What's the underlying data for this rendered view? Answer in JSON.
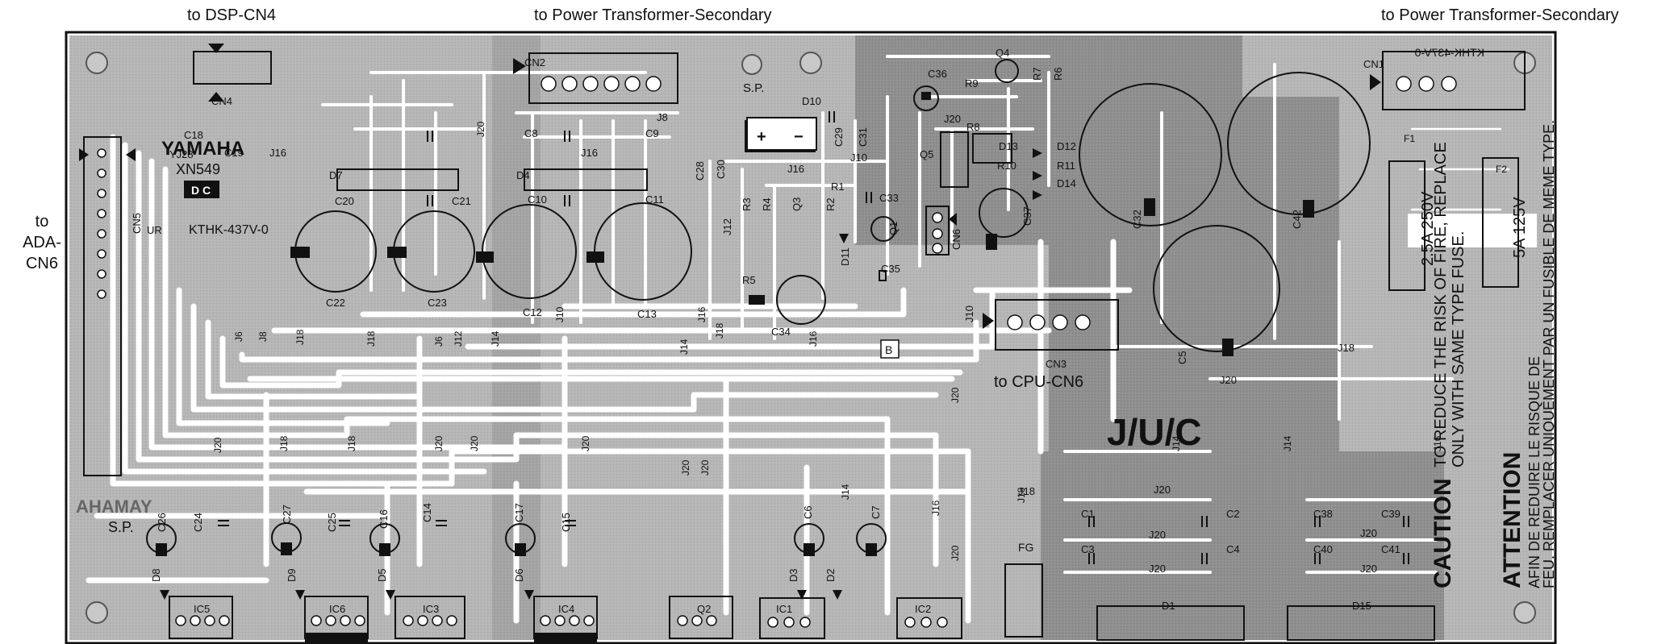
{
  "top_labels": {
    "dsp": "to DSP-CN4",
    "power_center": "to Power Transformer-Secondary",
    "power_right": "to Power Transformer-Secondary"
  },
  "side_label": {
    "line1": "to",
    "line2": "ADA-",
    "line3": "CN6"
  },
  "board": {
    "brand": "YAMAHA",
    "brand_mirrored": "AHAMAY",
    "model": "XN549",
    "dc_badge": "D C",
    "code": "KTHK-437V-0",
    "code_mirrored": "KTHK-437V-0",
    "ul_mark": "UR",
    "sp_left": "S.P.",
    "sp_top": "S.P.",
    "big_label": "J/U/C",
    "cpu_label": "to CPU-CN6",
    "fg": "FG",
    "b_box": "B",
    "fuse_f1": "2.5A 250V",
    "fuse_f2": "5A 125V",
    "f1": "F1",
    "f2": "F2",
    "caution_title": "CAUTION",
    "caution_line1": "TO REDUCE THE RISK OF FIRE, REPLACE",
    "caution_line2": "ONLY WITH SAME TYPE FUSE.",
    "attention_title": "ATTENTION",
    "attention_line1": "AFIN DE REDUIRE LE RISQUE DE",
    "attention_line2": "FEU, REMPLACER UNIQUEMENT PAR UN FUSIBLE DE MEME TYPE."
  },
  "components": {
    "CN1": "CN1",
    "CN2": "CN2",
    "CN3": "CN3",
    "CN4": "CN4",
    "CN5": "CN5",
    "CN6": "CN6",
    "C1": "C1",
    "C2": "C2",
    "C3": "C3",
    "C4": "C4",
    "C5": "C5",
    "C6": "C6",
    "C7": "C7",
    "C8": "C8",
    "C9": "C9",
    "C10": "C10",
    "C11": "C11",
    "C12": "C12",
    "C13": "C13",
    "C14": "C14",
    "C15": "C15",
    "C16": "C16",
    "C17": "C17",
    "C18": "C18",
    "C19": "C19",
    "C20": "C20",
    "C21": "C21",
    "C22": "C22",
    "C23": "C23",
    "C24": "C24",
    "C25": "C25",
    "C26": "C26",
    "C27": "C27",
    "C28": "C28",
    "C29": "C29",
    "C30": "C30",
    "C31": "C31",
    "C32": "C32",
    "C33": "C33",
    "C34": "C34",
    "C35": "C35",
    "C36": "C36",
    "C37": "C37",
    "C38": "C38",
    "C39": "C39",
    "C40": "C40",
    "C41": "C41",
    "C42": "C42",
    "D1": "D1",
    "D2": "D2",
    "D3": "D3",
    "D4": "D4",
    "D5": "D5",
    "D6": "D6",
    "D7": "D7",
    "D8": "D8",
    "D9": "D9",
    "D10": "D10",
    "D11": "D11",
    "D12": "D12",
    "D13": "D13",
    "D14": "D14",
    "D15": "D15",
    "Q1": "Q1",
    "Q2": "Q2",
    "Q3": "Q3",
    "Q4": "Q4",
    "Q5": "Q5",
    "R1": "R1",
    "R2": "R2",
    "R3": "R3",
    "R4": "R4",
    "R5": "R5",
    "R6": "R6",
    "R7": "R7",
    "R8": "R8",
    "R9": "R9",
    "R10": "R10",
    "R11": "R11",
    "IC1": "IC1",
    "IC2": "IC2",
    "IC3": "IC3",
    "IC4": "IC4",
    "IC5": "IC5",
    "IC6": "IC6",
    "J6": "J6",
    "J8": "J8",
    "J10": "J10",
    "J12": "J12",
    "J14": "J14",
    "J16": "J16",
    "J18": "J18",
    "J20": "J20",
    "YJ28": "YJ28"
  },
  "colors": {
    "board": "#b4b4b4",
    "board_dark": "#8e8e8e",
    "trace": "#ffffff",
    "ink": "#111111"
  }
}
